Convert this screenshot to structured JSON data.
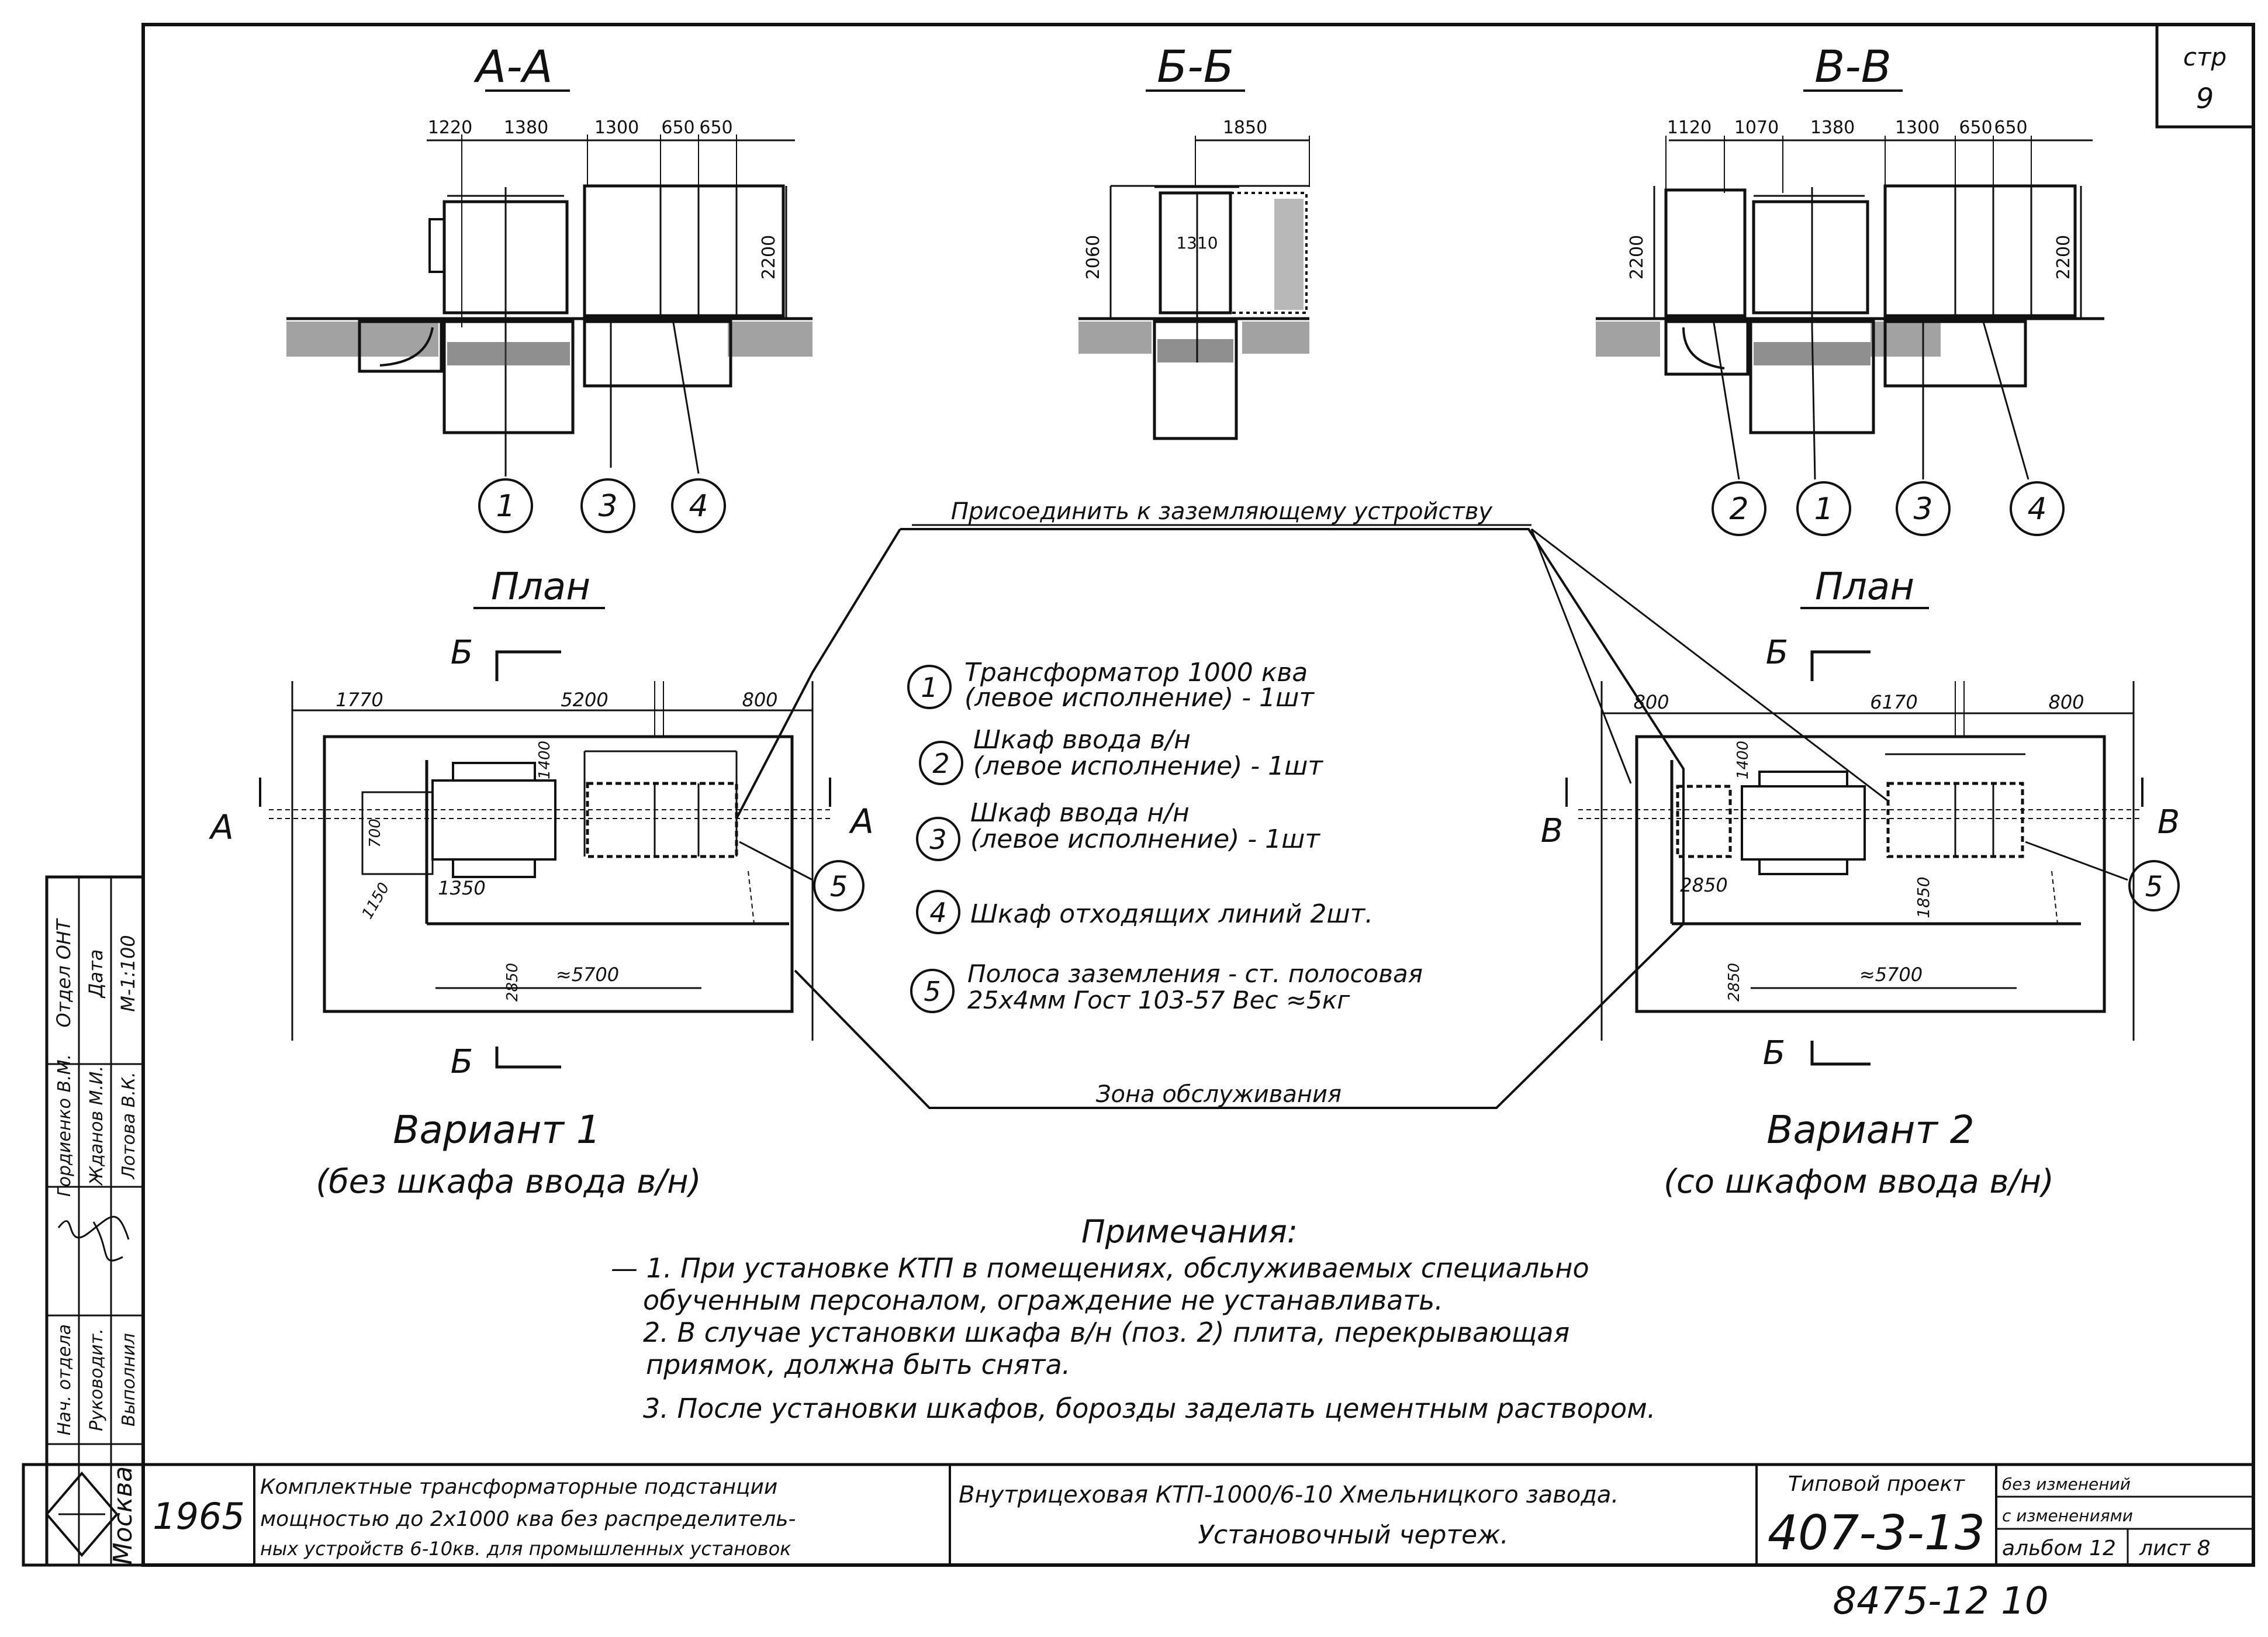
{
  "sheet": {
    "page_label": "стр",
    "page_number": "9"
  },
  "sections": {
    "aa": {
      "title": "А-А",
      "dims": [
        "1220",
        "1380",
        "1300",
        "650",
        "650"
      ],
      "height": "2200",
      "callouts": [
        "1",
        "3",
        "4"
      ]
    },
    "bb": {
      "title": "Б-Б",
      "width": "1850",
      "inner": "1310",
      "height": "2060"
    },
    "vv": {
      "title": "В-В",
      "dims": [
        "1120",
        "1070",
        "1380",
        "1300",
        "650",
        "650"
      ],
      "height_left": "2200",
      "height_right": "2200",
      "callouts": [
        "2",
        "1",
        "3",
        "4"
      ]
    }
  },
  "notes_top": "Присоединить к заземляющему устройству",
  "notes_bottom": "Зона обслуживания",
  "plan_left": {
    "title": "План",
    "cut_top": "Б",
    "cut_bottom": "Б",
    "cut_left": "А",
    "cut_right": "А",
    "dims": [
      "1770",
      "5200",
      "800",
      "1400",
      "700",
      "1150",
      "1350",
      "2850",
      "≈5700"
    ],
    "callout": "5",
    "variant": "Вариант 1",
    "variant_note": "(без шкафа ввода в/н)"
  },
  "plan_right": {
    "title": "План",
    "cut_top": "Б",
    "cut_bottom": "Б",
    "cut_left": "В",
    "cut_right": "В",
    "dims": [
      "800",
      "6170",
      "800",
      "1400",
      "2850",
      "1850",
      "2850",
      "≈5700"
    ],
    "callout": "5",
    "variant": "Вариант 2",
    "variant_note": "(со шкафом ввода в/н)"
  },
  "legend": [
    {
      "num": "1",
      "line1": "Трансформатор 1000 ква",
      "line2": "(левое исполнение) - 1шт"
    },
    {
      "num": "2",
      "line1": "Шкаф ввода в/н",
      "line2": "(левое исполнение) - 1шт"
    },
    {
      "num": "3",
      "line1": "Шкаф ввода н/н",
      "line2": "(левое исполнение) - 1шт"
    },
    {
      "num": "4",
      "line1": "Шкаф отходящих линий 2шт.",
      "line2": ""
    },
    {
      "num": "5",
      "line1": "Полоса заземления - ст. полосовая",
      "line2": "25х4мм Гост 103-57  Вес ≈5кг"
    }
  ],
  "remarks": {
    "title": "Примечания:",
    "lines": [
      "— 1. При установке КТП в помещениях, обслуживаемых специально",
      "обученным персоналом, ограждение не устанавливать.",
      "2. В случае установки шкафа в/н (поз. 2) плита, перекрывающая",
      "приямок, должна быть снята.",
      "3. После установки шкафов, борозды заделать цементным раствором."
    ]
  },
  "side_stamp": {
    "rows": [
      {
        "role": "Отдел ОНТ",
        "name": "Гордиенко В.М."
      },
      {
        "role": "Дата",
        "name": "Жданов М.И."
      },
      {
        "role": "М-1:100",
        "name": "Лотова В.К."
      }
    ],
    "roles": [
      "Нач. отдела",
      "Руководит.",
      "Выполнил"
    ]
  },
  "title_block": {
    "city": "Москва",
    "year": "1965",
    "description": [
      "Комплектные трансформаторные подстанции",
      "мощностью до 2х1000 ква без распределитель-",
      "ных устройств 6-10кв. для промышленных установок"
    ],
    "drawing": [
      "Внутрицеховая КТП-1000/6-10 Хмельницкого завода.",
      "Установочный чертеж."
    ],
    "project_label": "Типовой проект",
    "project_number": "407-3-13",
    "status1": "без изменений",
    "status2": "с изменениями",
    "album": "альбом 12",
    "sheet": "лист 8"
  },
  "inventory_number": "8475-12  10"
}
